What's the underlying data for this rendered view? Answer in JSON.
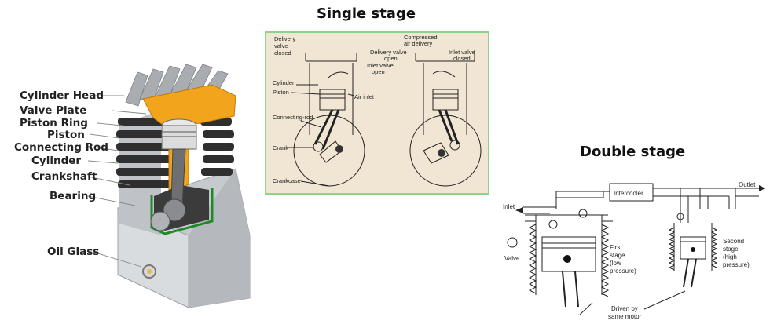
{
  "cutaway": {
    "labels": [
      "Cylinder Head",
      "Valve Plate",
      "Piston Ring",
      "Piston",
      "Connecting Rod",
      "Cylinder",
      "Crankshaft",
      "Bearing",
      "Oil Glass"
    ],
    "colors": {
      "fins": "#3a3a3a",
      "body": "#c9ccd0",
      "accent": "#f2a51c",
      "seal": "#1f8a2a"
    }
  },
  "single_stage": {
    "title": "Single stage",
    "labels": {
      "delivery_valve_closed_1": "Delivery",
      "delivery_valve_closed_2": "valve",
      "delivery_valve_closed_3": "closed",
      "compressed_1": "Compressed",
      "compressed_2": "air delivery",
      "delivery_open_1": "Delivery valve",
      "delivery_open_2": "open",
      "inlet_closed_1": "Inlet valve",
      "inlet_closed_2": "closed",
      "inlet_open_1": "Inlet valve",
      "inlet_open_2": "open",
      "cylinder": "Cylinder",
      "piston": "Piston",
      "air_inlet": "Air inlet",
      "connecting_rod": "Connecting-rod",
      "crank": "Crank",
      "crankcase": "Crankcase"
    }
  },
  "double_stage": {
    "title": "Double stage",
    "labels": {
      "intercooler": "Intercooler",
      "outlet": "Outlet",
      "inlet": "Inlet",
      "valve": "Valve",
      "first_1": "First",
      "first_2": "stage",
      "first_3": "(low",
      "first_4": "pressure)",
      "second_1": "Second",
      "second_2": "stage",
      "second_3": "(high",
      "second_4": "pressure)",
      "driven_1": "Driven by",
      "driven_2": "same motor"
    }
  }
}
